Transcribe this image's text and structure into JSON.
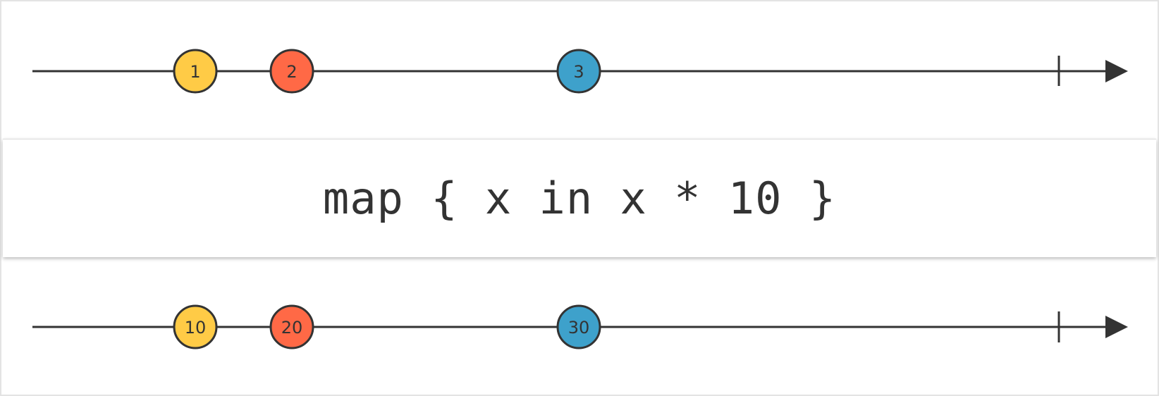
{
  "input_stream": {
    "marbles": [
      {
        "label": "1",
        "color": "#ffcb46"
      },
      {
        "label": "2",
        "color": "#ff6946"
      },
      {
        "label": "3",
        "color": "#3ea1cb"
      }
    ]
  },
  "operator": {
    "text": "map { x in x * 10 }"
  },
  "output_stream": {
    "marbles": [
      {
        "label": "10",
        "color": "#ffcb46"
      },
      {
        "label": "20",
        "color": "#ff6946"
      },
      {
        "label": "30",
        "color": "#3ea1cb"
      }
    ]
  },
  "colors": {
    "line": "#333333",
    "marble_stroke": "#333333",
    "background": "#ffffff"
  }
}
